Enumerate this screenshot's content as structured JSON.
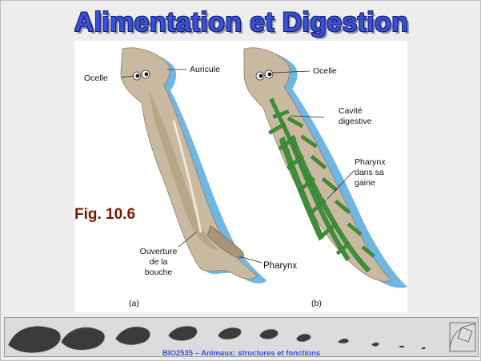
{
  "slide": {
    "title": "Alimentation et Digestion",
    "figure_number": "Fig. 10.6",
    "footer": "BIO2535 – Animaux: structures et fonctions"
  },
  "figure_a": {
    "caption": "(a)",
    "labels": {
      "ocelle": "Ocelle",
      "auricule": "Auricule",
      "ouverture": "Ouverture\nde la\nbouche",
      "pharynx": "Pharynx"
    }
  },
  "figure_b": {
    "caption": "(b)",
    "labels": {
      "ocelle": "Ocelle",
      "cavite": "Cavité\ndigestive",
      "pharynx_gaine": "Pharynx\ndans sa\ngaine"
    }
  },
  "colors": {
    "title": "#3a4fd9",
    "figure_number": "#7a1700",
    "body_fill": "#c9b9a0",
    "body_shadow": "#6fb7e2",
    "gut": "#3f8f3a"
  }
}
